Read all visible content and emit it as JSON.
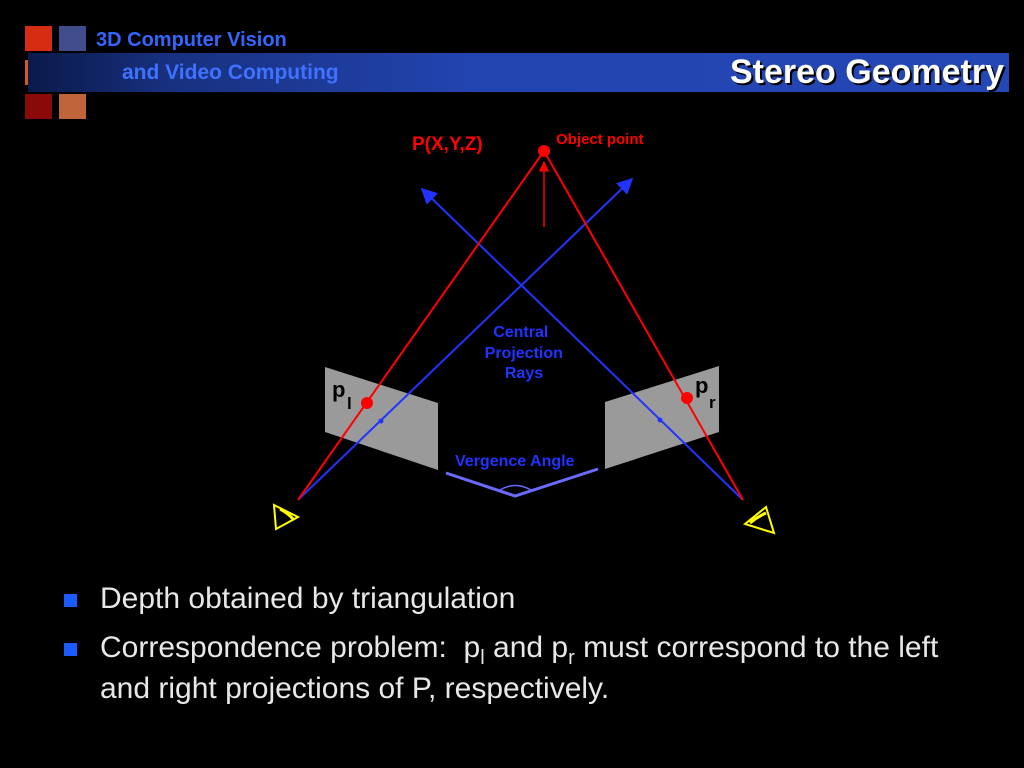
{
  "header": {
    "course_line1": "3D Computer Vision",
    "course_line2": "and Video Computing",
    "title": "Stereo Geometry"
  },
  "logo_colors": [
    "#d62c11",
    "#404c8c",
    "#d45a1c",
    "#b22440",
    "#8a0a0a",
    "#c0643c"
  ],
  "colors": {
    "object_rays": "#ff0000",
    "projection_rays": "#2233ff",
    "image_plane": "#9a9a9a",
    "eye": "#ffff00",
    "bullet_text": "#e8e8e8",
    "bullet_marker": "#1a5cff"
  },
  "diagram": {
    "object_point_label": "P(X,Y,Z)",
    "object_point_caption": "Object point",
    "central_rays_label": [
      "Central",
      "Projection",
      "Rays"
    ],
    "vergence_label": "Vergence Angle",
    "left_point_base": "p",
    "left_point_sub": "l",
    "right_point_base": "p",
    "right_point_sub": "r",
    "eye_icon": "eye-icon"
  },
  "bullets": [
    {
      "text": "Depth obtained by triangulation"
    },
    {
      "prefix": "Correspondence problem:  p",
      "sub1": "l",
      "mid": " and p",
      "sub2": "r",
      "suffix": " must correspond to the left and right projections of P, respectively."
    }
  ]
}
